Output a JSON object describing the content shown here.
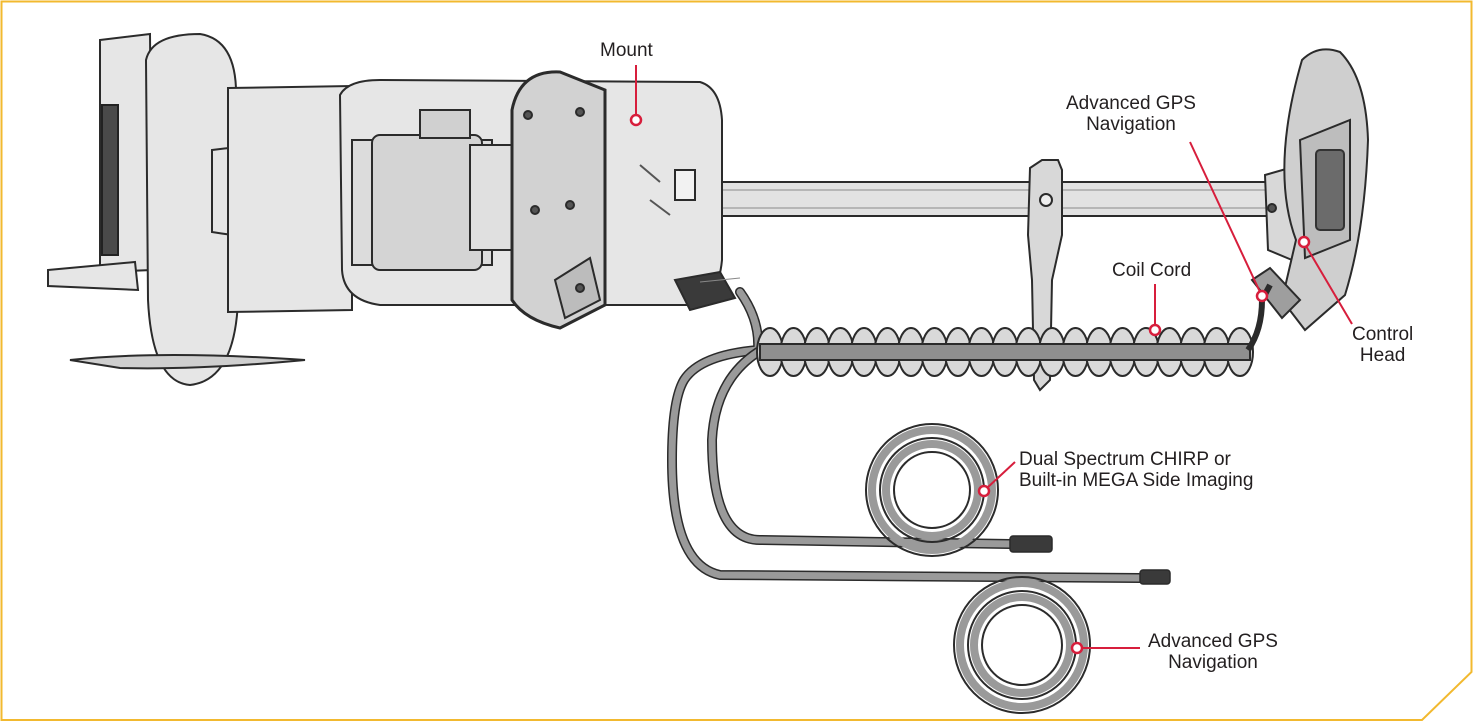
{
  "colors": {
    "frame_border": "#f2b92f",
    "callout": "#d71e3c",
    "label_text": "#231f20",
    "device_fill": "#e6e6e6",
    "device_stroke": "#2b2b2b",
    "cable": "#9a9a9a"
  },
  "labels": {
    "mount": "Mount",
    "gps_top": [
      "Advanced GPS",
      "Navigation"
    ],
    "coil_cord": "Coil Cord",
    "control_head": [
      "Control",
      "Head"
    ],
    "chirp": [
      "Dual Spectrum CHIRP or",
      "Built-in MEGA Side Imaging"
    ],
    "gps_bottom": [
      "Advanced GPS",
      "Navigation"
    ]
  }
}
